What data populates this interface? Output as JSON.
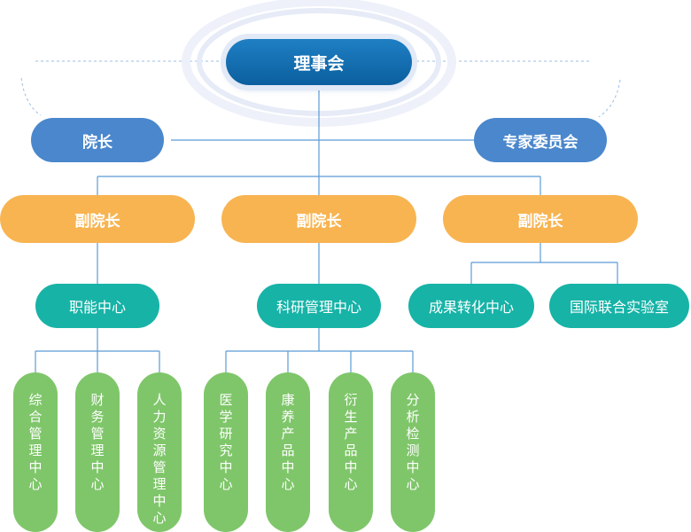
{
  "nodes": {
    "board": "理事会",
    "president": "院长",
    "expert_committee": "专家委员会",
    "vp_left": "副院长",
    "vp_middle": "副院长",
    "vp_right": "副院长",
    "functional_center": "职能中心",
    "research_mgmt_center": "科研管理中心",
    "achievement_center": "成果转化中心",
    "intl_lab": "国际联合实验室",
    "comprehensive_mgmt": "综合管理中心",
    "finance_mgmt": "财务管理中心",
    "hr_mgmt": "人力资源管理中心",
    "medical_research": "医学研究中心",
    "health_products": "康养产品中心",
    "derivative_products": "衍生产品中心",
    "analysis_testing": "分析检测中心"
  },
  "colors": {
    "board": "#0b6aab",
    "level1": "#4a87cc",
    "vice_president": "#f8b451",
    "center": "#17b3a7",
    "leaf": "#7fc66a",
    "line": "#5b9bd5"
  }
}
